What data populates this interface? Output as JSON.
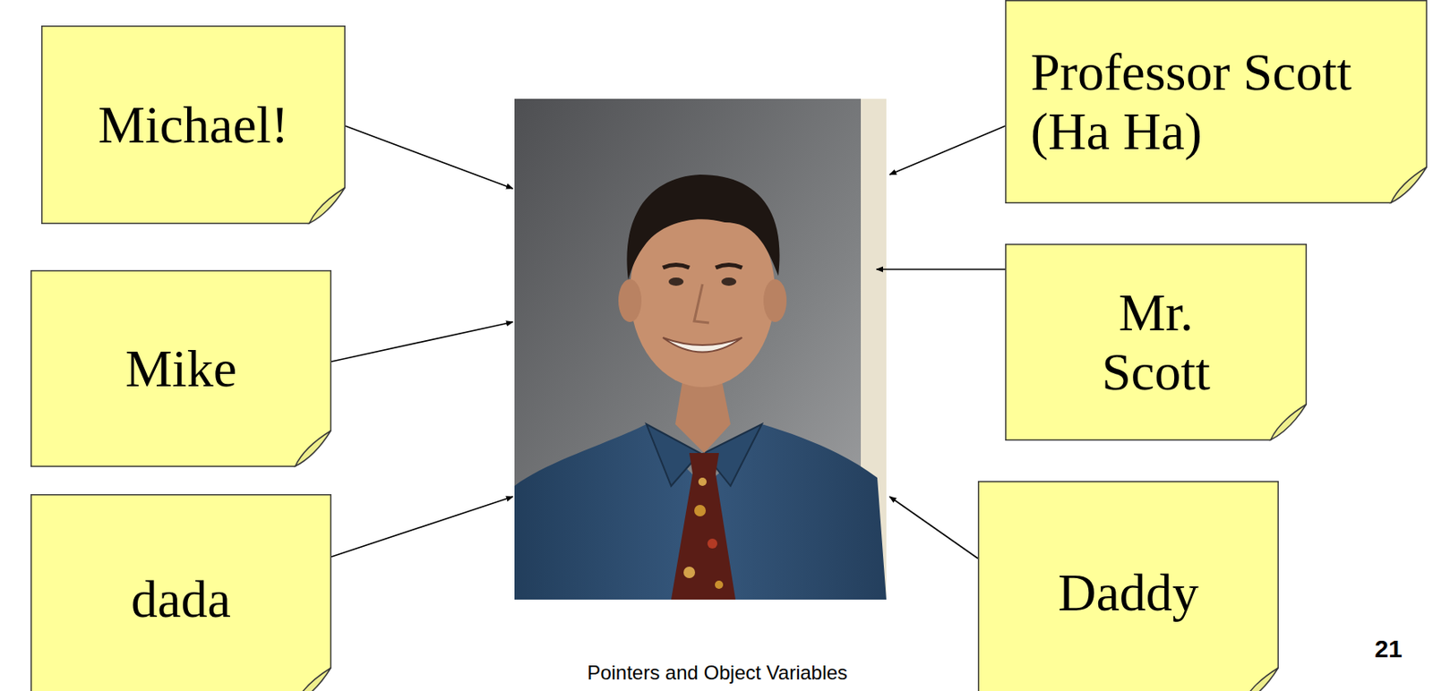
{
  "diagram": {
    "nodes": [
      {
        "text": [
          "Michael!"
        ]
      },
      {
        "text": [
          "Professor Scott (Ha Ha)"
        ]
      },
      {
        "text": [
          "Mike"
        ]
      },
      {
        "text": [
          "Mr. Scott"
        ]
      },
      {
        "text": [
          "dada"
        ]
      },
      {
        "text": [
          "Daddy"
        ]
      }
    ],
    "labels": [
      "Pointers and Object Variables",
      "21"
    ]
  }
}
